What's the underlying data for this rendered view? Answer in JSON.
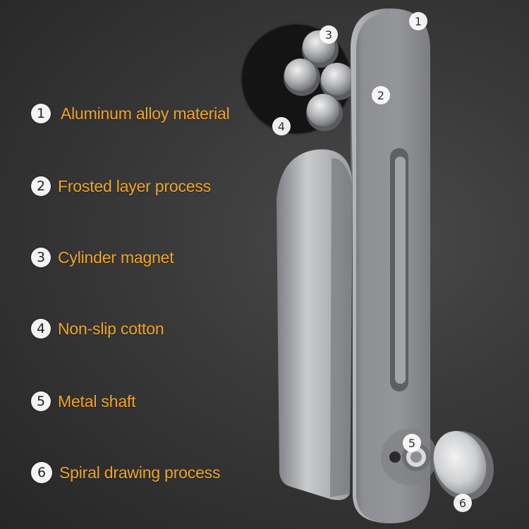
{
  "features": [
    {
      "number": "1",
      "label": "Aluminum alloy material"
    },
    {
      "number": "2",
      "label": "Frosted layer process"
    },
    {
      "number": "3",
      "label": "Cylinder magnet"
    },
    {
      "number": "4",
      "label": "Non-slip cotton"
    },
    {
      "number": "5",
      "label": "Metal shaft"
    },
    {
      "number": "6",
      "label": "Spiral drawing process"
    }
  ],
  "callouts": [
    "1",
    "2",
    "3",
    "4",
    "5",
    "6"
  ],
  "colors": {
    "label_text": "#f0a32a",
    "background": "#333333",
    "metal": "#8c8d90"
  }
}
